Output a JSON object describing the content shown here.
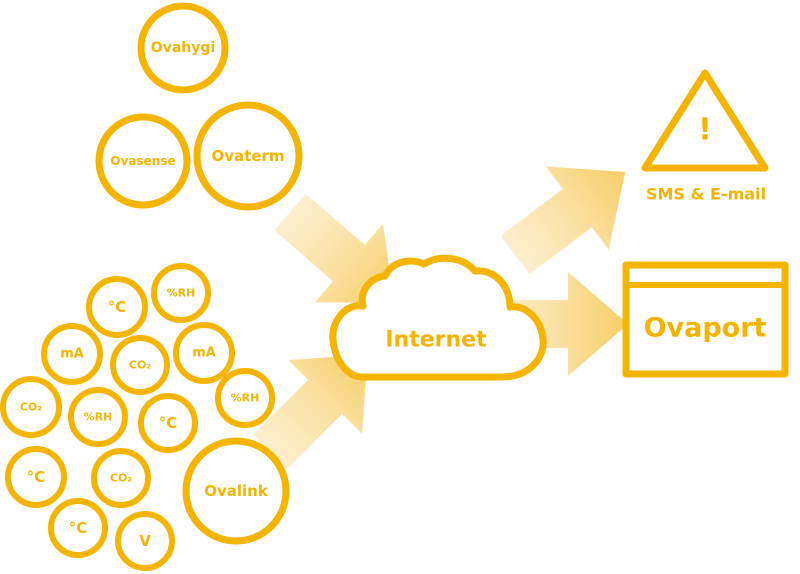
{
  "colors": {
    "accent": "#f5b400",
    "arrow": "#f8d27a",
    "background": "#ffffff"
  },
  "devices": {
    "ovahygi": "Ovahygi",
    "ovasense": "Ovasense",
    "ovaterm": "Ovaterm",
    "ovalink": "Ovalink"
  },
  "sensors": {
    "celsius_1": "°C",
    "rh_1": "%RH",
    "ma_1": "mA",
    "co2_1": "CO₂",
    "ma_2": "mA",
    "co2_2": "CO₂",
    "rh_2": "%RH",
    "celsius_2": "°C",
    "rh_3": "%RH",
    "celsius_3": "°C",
    "co2_3": "CO₂",
    "celsius_4": "°C",
    "volt": "V"
  },
  "internet": {
    "label": "Internet",
    "icon": "cloud-icon"
  },
  "alerts": {
    "symbol": "!",
    "label": "SMS & E-mail",
    "icon": "warning-triangle-icon"
  },
  "portal": {
    "label": "Ovaport",
    "icon": "browser-window-icon"
  }
}
